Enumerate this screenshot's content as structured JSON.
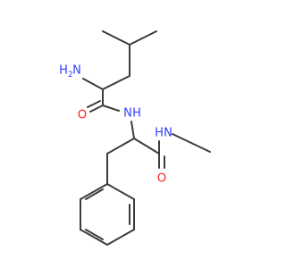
{
  "molecule": {
    "atoms": {
      "amine_n": {
        "symbol": "N",
        "hydrogens": "H",
        "subscript": "2",
        "color": "#2f3cff"
      },
      "amide_n1": {
        "symbol": "N",
        "hydrogens": "H",
        "color": "#2f3cff"
      },
      "amide_n2": {
        "symbol": "N",
        "hydrogens": "H",
        "color": "#2f3cff"
      },
      "carbonyl_o1": {
        "symbol": "O",
        "color": "#ff1a1a"
      },
      "carbonyl_o2": {
        "symbol": "O",
        "color": "#ff1a1a"
      }
    },
    "bond_color": "#3c3c3c"
  }
}
